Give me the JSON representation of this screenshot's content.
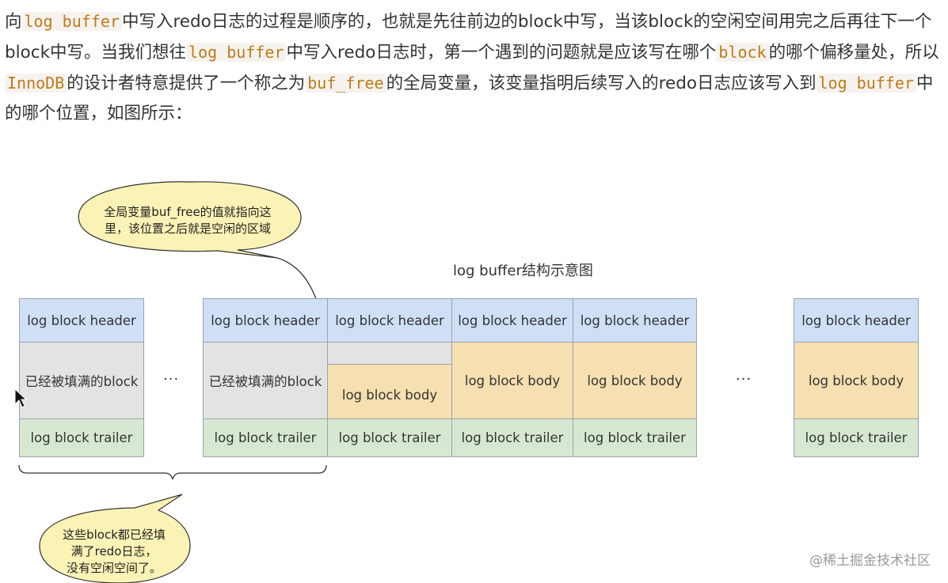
{
  "paragraph": {
    "seg0": "向",
    "code0": "log buffer",
    "seg1": "中写入redo日志的过程是顺序的，也就是先往前边的block中写，当该block的空闲空间用完之后再往下一个block中写。当我们想往",
    "code1": "log buffer",
    "seg2": "中写入redo日志时，第一个遇到的问题就是应该写在哪个",
    "code2": "block",
    "seg3": "的哪个偏移量处，所以",
    "code3": "InnoDB",
    "seg4": "的设计者特意提供了一个称之为",
    "code4": "buf_free",
    "seg5": "的全局变量，该变量指明后续写入的redo日志应该写入到",
    "code5": "log buffer",
    "seg6": "中的哪个位置，如图所示："
  },
  "diagram": {
    "title": "log buffer结构示意图",
    "header_label": "log block header",
    "full_label": "已经被填满的block",
    "body_label": "log block body",
    "trailer_label": "log block trailer",
    "ellipsis": "···",
    "callout_top_line1": "全局变量buf_free的值就指向这",
    "callout_top_line2": "里，该位置之后就是空闲的区域",
    "callout_bottom_line1": "这些block都已经填",
    "callout_bottom_line2": "满了redo日志，",
    "callout_bottom_line3": "没有空闲空间了。",
    "colors": {
      "header": "#cfe0f6",
      "full": "#e3e3e3",
      "body": "#f6dfb0",
      "trailer": "#d7e8d2",
      "callout": "#fbf3b6"
    }
  },
  "watermark": "@稀土掘金技术社区"
}
